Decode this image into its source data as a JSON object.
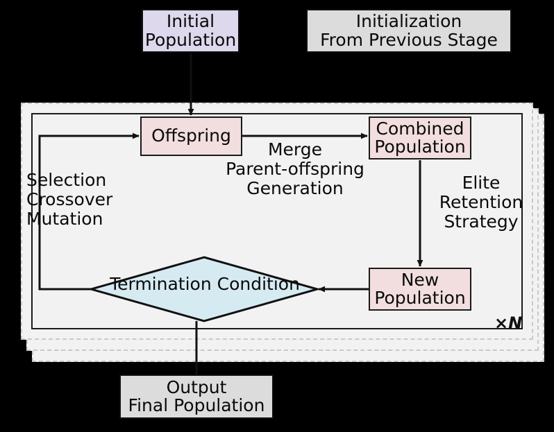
{
  "diagram": {
    "title": "Evolutionary Algorithm Loop Flowchart",
    "colors": {
      "initial_population_fill": "#ded8ec",
      "stage_box_fill": "#dcdcdc",
      "process_box_fill": "#f2dede",
      "decision_fill": "#d6eaf1",
      "panel_fill": "#f2f2f2",
      "panel_border": "#c9c9c9",
      "stroke": "#1a1a1a",
      "background": "#000000"
    },
    "inputs": {
      "initial_population": "Initial\nPopulation",
      "previous_stage": "Initialization\nFrom Previous Stage"
    },
    "nodes": {
      "offspring": "Offspring",
      "combined_population": "Combined\nPopulation",
      "new_population": "New\nPopulation",
      "termination_condition": "Termination Condition",
      "output": "Output\nFinal Population"
    },
    "edge_labels": {
      "selection": "Selection\nCrossover\nMutation",
      "merge": "Merge\nParent-offspring\nGeneration",
      "elite": "Elite\nRetention\nStrategy"
    },
    "repeat_label": "×N",
    "edges": [
      {
        "from": "initial_population",
        "to": "offspring",
        "label": ""
      },
      {
        "from": "offspring",
        "to": "combined_population",
        "label": "Merge Parent-offspring Generation"
      },
      {
        "from": "combined_population",
        "to": "new_population",
        "label": "Elite Retention Strategy"
      },
      {
        "from": "new_population",
        "to": "termination_condition",
        "label": ""
      },
      {
        "from": "termination_condition",
        "to": "offspring",
        "label": "Selection Crossover Mutation"
      },
      {
        "from": "termination_condition",
        "to": "output",
        "label": ""
      }
    ]
  }
}
